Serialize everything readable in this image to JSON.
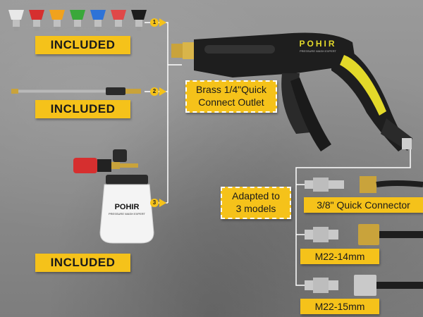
{
  "included_labels": [
    "INCLUDED",
    "INCLUDED",
    "INCLUDED"
  ],
  "markers": [
    "1",
    "2",
    "3"
  ],
  "callouts": {
    "brass_outlet": [
      "Brass 1/4\"Quick",
      "Connect Outlet"
    ],
    "adapted": [
      "Adapted to",
      "3 models"
    ]
  },
  "specs": {
    "quick_connector": "3/8\" Quick Connector",
    "m22_14": "M22-14mm",
    "m22_15": "M22-15mm"
  },
  "brand": {
    "gun_logo": "POHIR",
    "gun_tagline": "PRESSURE WASH EXPERT",
    "bottle_logo": "POHIR",
    "bottle_tagline": "PRESSURE WASH EXPERT"
  },
  "nozzle_colors": [
    "#e8e8e8",
    "#d62f2f",
    "#f0a21e",
    "#3aa83a",
    "#2d73d8",
    "#e04848",
    "#1c1c1c"
  ],
  "colors": {
    "accent": "#f5c21a",
    "gun_body": "#1e1e1e",
    "gun_grip": "#e3d92a",
    "brass": "#c9a33b"
  }
}
